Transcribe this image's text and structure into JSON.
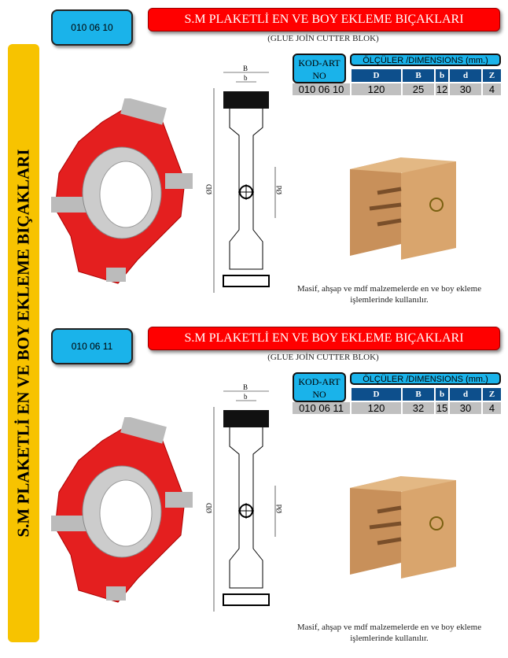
{
  "sidebar_title": "S.M PLAKETLİ EN VE BOY EKLEME BIÇAKLARI",
  "table_headers": {
    "kod": "KOD-ART NO",
    "dimensions": "ÖLÇÜLER /DIMENSIONS (mm.)",
    "cols": [
      "D",
      "B",
      "b",
      "d",
      "Z"
    ]
  },
  "sections": [
    {
      "code": "010 06 10",
      "title": "S.M PLAKETLİ EN VE BOY EKLEME BIÇAKLARI",
      "subtitle": "(GLUE JOİN CUTTER BLOK)",
      "row": [
        "010 06 10",
        "120",
        "25",
        "12",
        "30",
        "4"
      ],
      "caption": "Masif, ahşap ve mdf malzemelerde en ve boy ekleme işlemlerinde kullanılır.",
      "drawing_labels": {
        "B": "B",
        "b": "b",
        "D": "ØD",
        "d": "Ød"
      }
    },
    {
      "code": "010 06 11",
      "title": "S.M PLAKETLİ EN VE BOY EKLEME BIÇAKLARI",
      "subtitle": "(GLUE JOİN CUTTER BLOK)",
      "row": [
        "010 06 11",
        "120",
        "32",
        "15",
        "30",
        "4"
      ],
      "caption": "Masif, ahşap ve mdf malzemelerde en ve boy ekleme işlemlerinde kullanılır.",
      "drawing_labels": {
        "B": "B",
        "b": "b",
        "D": "ØD",
        "d": "Ød"
      }
    }
  ]
}
